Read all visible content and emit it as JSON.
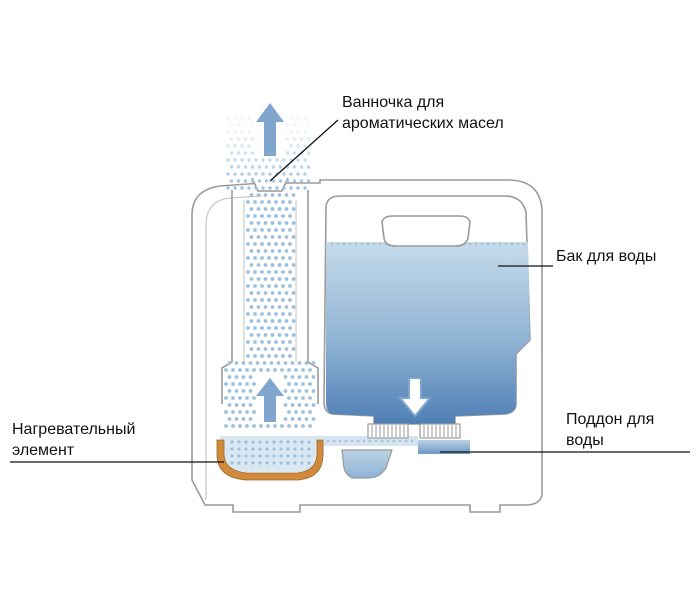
{
  "diagram": {
    "labels": {
      "aroma_tray": {
        "line1": "Ванночка для",
        "line2": "ароматических масел"
      },
      "water_tank": {
        "line1": "Бак для воды"
      },
      "water_tray": {
        "line1": "Поддон для",
        "line2": "воды"
      },
      "heater": {
        "line1": "Нагревательный",
        "line2": "элемент"
      }
    },
    "colors": {
      "outline": "#9a9a9a",
      "water_top": "#c6dbea",
      "water_bottom": "#4f7fb4",
      "arrow": "#7fa6cf",
      "heater": "#d18a3c",
      "steam_dots": "#9ec0dc",
      "leader_line": "#111111"
    },
    "icons": [
      "steam-arrow-up-icon",
      "steam-arrow-up-icon",
      "flow-arrow-down-icon"
    ]
  }
}
